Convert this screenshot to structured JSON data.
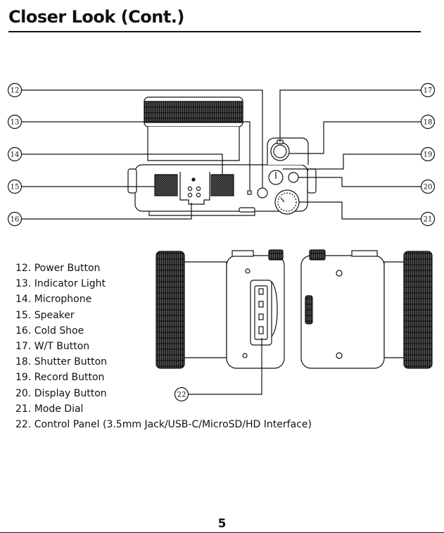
{
  "page": {
    "title": "Closer Look (Cont.)",
    "page_number": "5"
  },
  "callouts": [
    "12",
    "13",
    "14",
    "15",
    "16",
    "17",
    "18",
    "19",
    "20",
    "21",
    "22"
  ],
  "legend": [
    "12. Power Button",
    "13. Indicator Light",
    "14. Microphone",
    "15. Speaker",
    "16. Cold Shoe",
    "17. W/T Button",
    "18. Shutter Button",
    "19. Record Button",
    "20. Display Button",
    "21. Mode Dial",
    "22. Control Panel (3.5mm Jack/USB-C/MicroSD/HD Interface)"
  ]
}
